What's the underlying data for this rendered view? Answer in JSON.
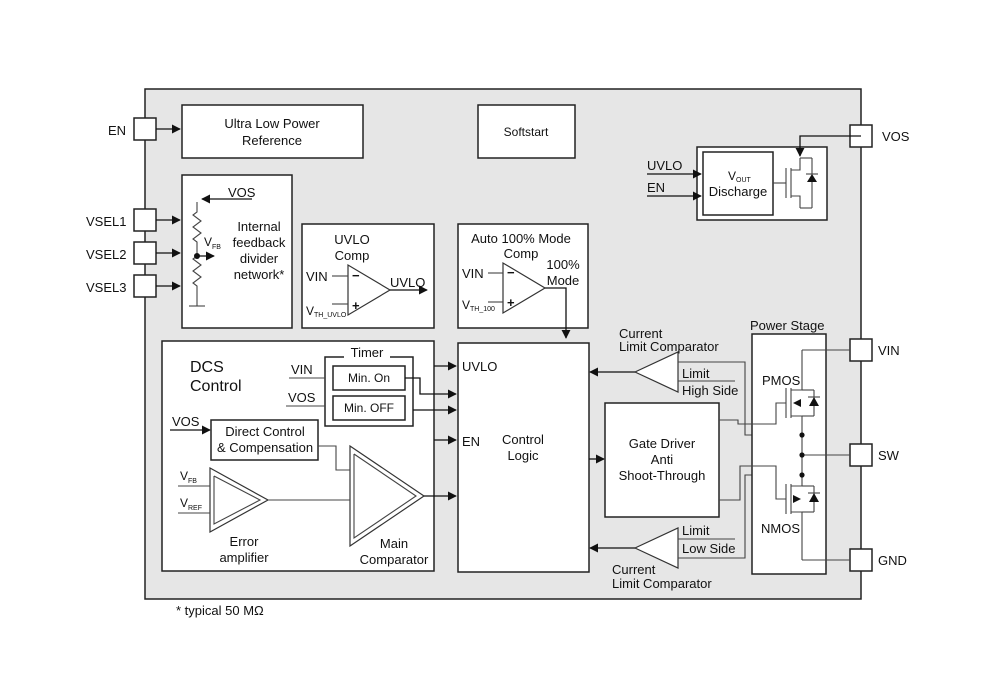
{
  "pins": {
    "en": "EN",
    "vsel1": "VSEL1",
    "vsel2": "VSEL2",
    "vsel3": "VSEL3",
    "vos": "VOS",
    "vin": "VIN",
    "sw": "SW",
    "gnd": "GND"
  },
  "blocks": {
    "reference": [
      "Ultra Low Power",
      "Reference"
    ],
    "softstart": "Softstart",
    "divider": {
      "vos": "VOS",
      "vfb": "V",
      "vfb_sub": "FB",
      "label": [
        "Internal",
        "feedback",
        "divider",
        "network*"
      ]
    },
    "uvlo_comp": {
      "title": [
        "UVLO",
        "Comp"
      ],
      "vin": "VIN",
      "vth": "V",
      "vth_sub": "TH_UVLO",
      "out": "UVLO"
    },
    "auto100": {
      "title": [
        "Auto 100% Mode",
        "Comp"
      ],
      "vin": "VIN",
      "vth": "V",
      "vth_sub": "TH_100",
      "out": [
        "100%",
        "Mode"
      ]
    },
    "discharge": {
      "uvlo": "UVLO",
      "en": "EN",
      "vout": "V",
      "vout_sub": "OUT",
      "label": "Discharge"
    },
    "dcs": {
      "title": [
        "DCS",
        "Control"
      ],
      "timer": "Timer",
      "vin": "VIN",
      "vos": "VOS",
      "min_on": "Min. On",
      "min_off": "Min. OFF",
      "vos2": "VOS",
      "direct": [
        "Direct Control",
        "& Compensation"
      ],
      "vfb": "V",
      "vfb_sub": "FB",
      "vref": "V",
      "vref_sub": "REF",
      "error_amp": [
        "Error",
        "amplifier"
      ],
      "main_comp": [
        "Main",
        "Comparator"
      ]
    },
    "control_logic": {
      "uvlo": "UVLO",
      "en": "EN",
      "label": [
        "Control",
        "Logic"
      ]
    },
    "gate_driver": [
      "Gate Driver",
      "Anti",
      "Shoot-Through"
    ],
    "current_limit_high": {
      "title": [
        "Current",
        "Limit Comparator"
      ],
      "label": [
        "Limit",
        "High Side"
      ]
    },
    "current_limit_low": {
      "title": [
        "Current",
        "Limit Comparator"
      ],
      "label": [
        "Limit",
        "Low Side"
      ]
    },
    "power_stage": {
      "title": "Power Stage",
      "pmos": "PMOS",
      "nmos": "NMOS"
    }
  },
  "footnote": "* typical 50 MΩ"
}
